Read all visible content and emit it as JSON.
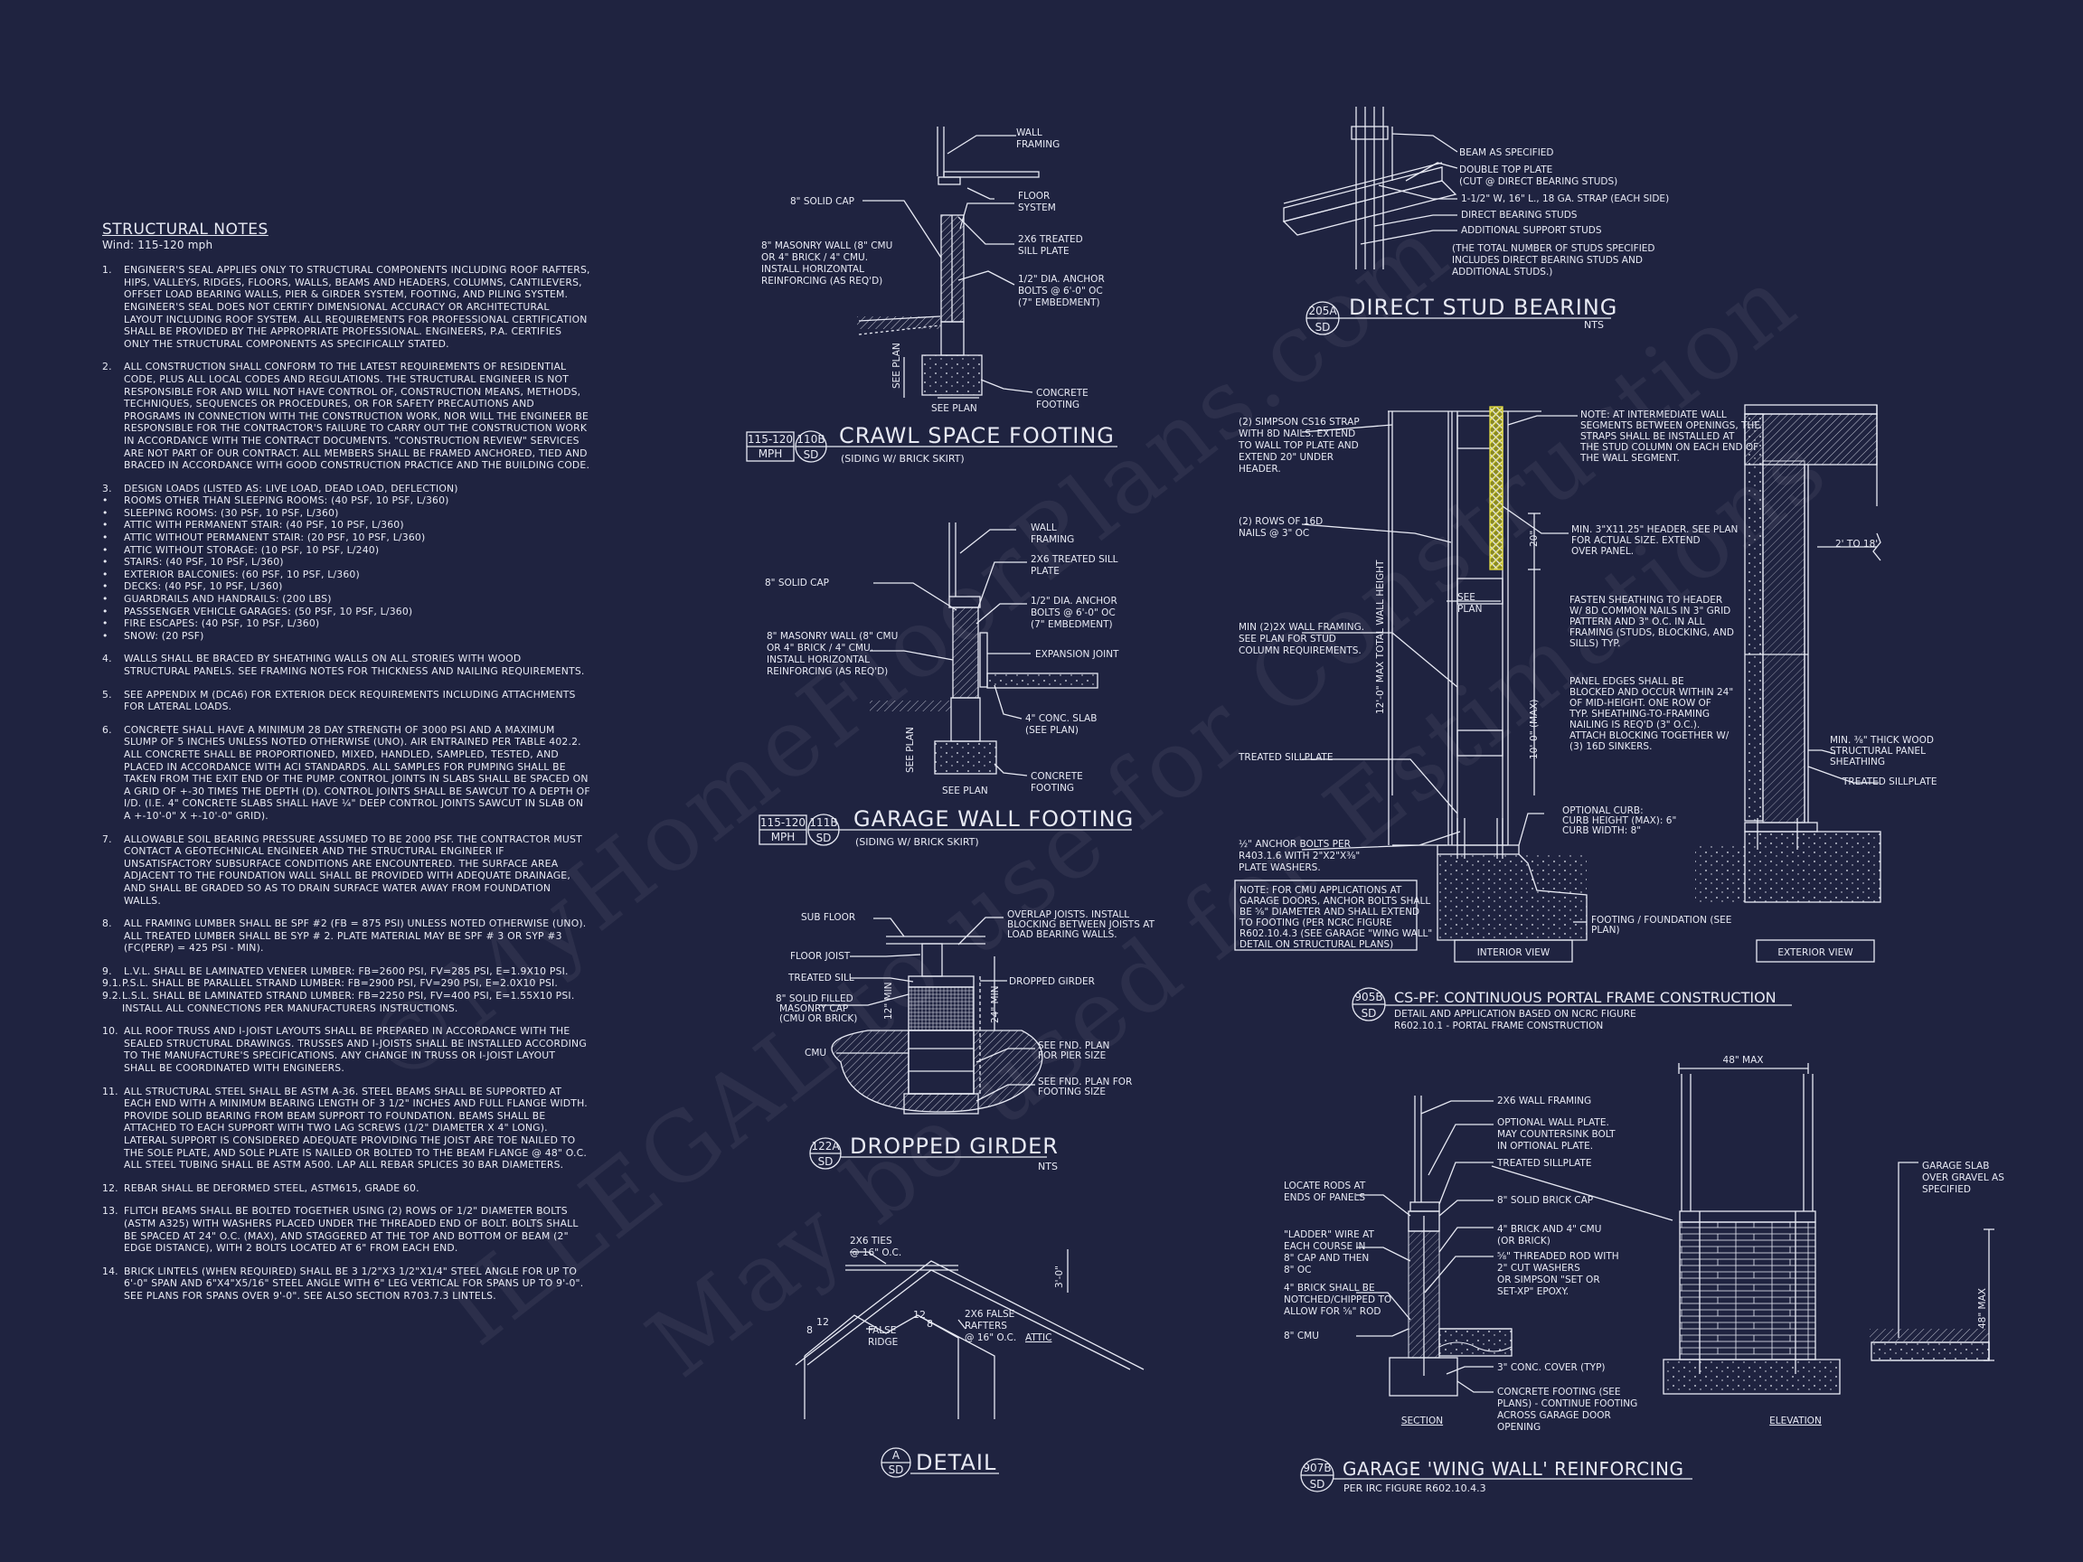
{
  "watermark": {
    "line1": "©MyHomeFloorPlans.com",
    "line2": "ILLEGAL to use for Construction",
    "line3": "May be used for Estimations"
  },
  "notes": {
    "title": "STRUCTURAL NOTES",
    "wind": "Wind: 115-120 mph",
    "items": [
      {
        "n": "1.",
        "t": "ENGINEER'S SEAL APPLIES ONLY TO STRUCTURAL COMPONENTS INCLUDING ROOF RAFTERS, HIPS, VALLEYS, RIDGES, FLOORS, WALLS, BEAMS AND HEADERS, COLUMNS, CANTILEVERS, OFFSET LOAD BEARING WALLS, PIER & GIRDER SYSTEM, FOOTING, AND PILING SYSTEM. ENGINEER'S SEAL DOES NOT CERTIFY DIMENSIONAL ACCURACY OR ARCHITECTURAL LAYOUT INCLUDING ROOF SYSTEM. ALL REQUIREMENTS FOR PROFESSIONAL CERTIFICATION SHALL BE PROVIDED BY THE APPROPRIATE PROFESSIONAL. ENGINEERS, P.A. CERTIFIES ONLY THE STRUCTURAL COMPONENTS AS SPECIFICALLY STATED."
      },
      {
        "n": "2.",
        "t": "ALL CONSTRUCTION SHALL CONFORM TO THE LATEST REQUIREMENTS OF RESIDENTIAL CODE, PLUS ALL LOCAL CODES AND REGULATIONS. THE STRUCTURAL ENGINEER IS NOT RESPONSIBLE FOR AND WILL NOT HAVE CONTROL OF, CONSTRUCTION MEANS, METHODS, TECHNIQUES, SEQUENCES OR PROCEDURES, OR FOR SAFETY PRECAUTIONS AND PROGRAMS IN CONNECTION WITH THE CONSTRUCTION WORK, NOR WILL THE ENGINEER BE RESPONSIBLE FOR THE CONTRACTOR'S FAILURE TO CARRY OUT THE CONSTRUCTION WORK IN ACCORDANCE WITH THE CONTRACT DOCUMENTS. \"CONSTRUCTION REVIEW\" SERVICES ARE NOT PART OF OUR CONTRACT. ALL MEMBERS SHALL BE FRAMED ANCHORED, TIED AND BRACED IN ACCORDANCE WITH GOOD CONSTRUCTION PRACTICE AND THE BUILDING CODE."
      },
      {
        "n": "3.",
        "t": "DESIGN LOADS (LISTED AS: LIVE LOAD, DEAD LOAD, DEFLECTION)"
      },
      {
        "n": "4.",
        "t": "WALLS SHALL BE BRACED BY SHEATHING WALLS ON ALL STORIES WITH WOOD STRUCTURAL PANELS. SEE FRAMING NOTES FOR THICKNESS AND NAILING REQUIREMENTS."
      },
      {
        "n": "5.",
        "t": "SEE APPENDIX M (DCA6) FOR EXTERIOR DECK REQUIREMENTS INCLUDING ATTACHMENTS FOR LATERAL LOADS."
      },
      {
        "n": "6.",
        "t": "CONCRETE SHALL HAVE A MINIMUM 28 DAY STRENGTH OF 3000 PSI AND A MAXIMUM SLUMP OF 5 INCHES UNLESS NOTED OTHERWISE (UNO). AIR ENTRAINED PER TABLE 402.2. ALL CONCRETE SHALL BE PROPORTIONED, MIXED, HANDLED, SAMPLED, TESTED, AND PLACED IN ACCORDANCE WITH ACI STANDARDS. ALL SAMPLES FOR PUMPING SHALL BE TAKEN FROM THE EXIT END OF THE PUMP. CONTROL JOINTS IN SLABS SHALL BE SPACED ON A GRID OF +-30 TIMES THE DEPTH (D). CONTROL JOINTS SHALL BE SAWCUT TO A DEPTH OF I/D. (I.E. 4\" CONCRETE SLABS SHALL HAVE ¼\" DEEP CONTROL JOINTS SAWCUT IN SLAB ON A +-10'-0\" x +-10'-0\" GRID)."
      },
      {
        "n": "7.",
        "t": "ALLOWABLE SOIL BEARING PRESSURE ASSUMED TO BE 2000 PSF. THE CONTRACTOR MUST CONTACT A GEOTECHNICAL ENGINEER AND THE STRUCTURAL ENGINEER IF UNSATISFACTORY SUBSURFACE CONDITIONS ARE ENCOUNTERED. THE SURFACE AREA ADJACENT TO THE FOUNDATION WALL SHALL BE PROVIDED WITH ADEQUATE DRAINAGE, AND SHALL BE GRADED SO AS TO DRAIN SURFACE WATER AWAY FROM FOUNDATION WALLS."
      },
      {
        "n": "8.",
        "t": "ALL FRAMING LUMBER SHALL BE SPF #2 (Fb = 875 PSI) UNLESS NOTED OTHERWISE (UNO). ALL TREATED LUMBER SHALL BE SYP # 2. PLATE MATERIAL MAY BE SPF # 3 OR SYP #3 (Fc(perp) = 425 PSI - MIN)."
      },
      {
        "n": "9.",
        "t": "L.V.L. SHALL BE LAMINATED VENEER LUMBER: Fb=2600 PSI, Fv=285 PSI, E=1.9x10 PSI."
      },
      {
        "n": "10.",
        "t": "ALL ROOF TRUSS AND I-JOIST LAYOUTS SHALL BE PREPARED IN ACCORDANCE WITH THE SEALED STRUCTURAL DRAWINGS. TRUSSES AND I-JOISTS SHALL BE INSTALLED ACCORDING TO THE MANUFACTURE'S SPECIFICATIONS. ANY CHANGE IN TRUSS OR I-JOIST LAYOUT SHALL BE COORDINATED WITH ENGINEERS."
      },
      {
        "n": "11.",
        "t": "ALL STRUCTURAL STEEL SHALL BE ASTM A-36. STEEL BEAMS SHALL BE SUPPORTED AT EACH END WITH A MINIMUM BEARING LENGTH OF 3 1/2\" INCHES AND FULL FLANGE WIDTH. PROVIDE SOLID BEARING FROM BEAM SUPPORT TO FOUNDATION. BEAMS SHALL BE ATTACHED TO EACH SUPPORT WITH TWO LAG SCREWS (1/2\" DIAMETER x 4\" LONG). LATERAL SUPPORT IS CONSIDERED ADEQUATE PROVIDING THE JOIST ARE TOE NAILED TO THE SOLE PLATE, AND SOLE PLATE IS NAILED OR BOLTED TO THE BEAM FLANGE @ 48\" O.C. ALL STEEL TUBING SHALL BE ASTM A500. LAP ALL REBAR SPLICES 30 BAR DIAMETERS."
      },
      {
        "n": "12.",
        "t": "REBAR SHALL BE DEFORMED STEEL, ASTM615, GRADE 60."
      },
      {
        "n": "13.",
        "t": "FLITCH BEAMS SHALL BE BOLTED TOGETHER USING (2) ROWS OF 1/2\" DIAMETER BOLTS (ASTM A325) WITH WASHERS PLACED UNDER THE THREADED END OF BOLT. BOLTS SHALL BE SPACED AT 24\" O.C. (MAX), AND STAGGERED AT THE TOP AND BOTTOM OF BEAM (2\" EDGE DISTANCE), WITH 2 BOLTS LOCATED AT 6\" FROM EACH END."
      },
      {
        "n": "14.",
        "t": "BRICK LINTELS (WHEN REQUIRED) SHALL BE 3 1/2\"x3 1/2\"x1/4\" STEEL ANGLE FOR UP TO 6'-0\" SPAN AND 6\"x4\"x5/16\" STEEL ANGLE WITH 6\" LEG VERTICAL FOR SPANS UP TO 9'-0\". SEE PLANS FOR SPANS OVER 9'-0\". SEE ALSO SECTION R703.7.3 LINTELS."
      }
    ],
    "loads": [
      "ROOMS OTHER THAN SLEEPING ROOMS: (40 PSF, 10 PSF, L/360)",
      "SLEEPING ROOMS: (30 PSF, 10 PSF, L/360)",
      "ATTIC WITH PERMANENT STAIR: (40 PSF, 10 PSF, L/360)",
      "ATTIC WITHOUT PERMANENT STAIR: (20 PSF, 10 PSF, L/360)",
      "ATTIC WITHOUT STORAGE: (10 PSF, 10 PSF, L/240)",
      "STAIRS: (40 PSF, 10 PSF, L/360)",
      "EXTERIOR BALCONIES: (60 PSF, 10 PSF, L/360)",
      "DECKS: (40 PSF, 10 PSF, L/360)",
      "GUARDRAILS AND HANDRAILS: (200 LBS)",
      "PASSSENGER VEHICLE GARAGES: (50 PSF, 10 PSF, L/360)",
      "FIRE ESCAPES: (40 PSF, 10 PSF, L/360)",
      "SNOW: (20 PSF)"
    ],
    "n9_sub": [
      {
        "n": "9.1.",
        "t": "P.S.L. SHALL BE PARALLEL STRAND LUMBER: Fb=2900 PSI, Fv=290 PSI, E=2.0x10 PSI."
      },
      {
        "n": "9.2.",
        "t": "L.S.L. SHALL BE LAMINATED STRAND LUMBER: Fb=2250 PSI, Fv=400 PSI, E=1.55x10 PSI. INSTALL ALL CONNECTIONS PER MANUFACTURERS INSTRUCTIONS."
      }
    ]
  },
  "d110b": {
    "tag1": "115-120",
    "tag2": "MPH",
    "num": "110B",
    "sd": "SD",
    "title": "CRAWL SPACE FOOTING",
    "subtitle": "(SIDING W/ BRICK SKIRT)",
    "l_wall": "WALL",
    "l_wall2": "FRAMING",
    "l_cap": "8\" SOLID CAP",
    "l_floor": "FLOOR",
    "l_floor2": "SYSTEM",
    "l_mas1": "8\" MASONRY WALL (8\" CMU",
    "l_mas2": "OR 4\" BRICK / 4\" CMU.",
    "l_mas3": "INSTALL HORIZONTAL",
    "l_mas4": "REINFORCING (AS REQ'D)",
    "l_sill1": "2x6 TREATED",
    "l_sill2": "SILL PLATE",
    "l_bolt1": "1/2\" DIA. ANCHOR",
    "l_bolt2": "BOLTS @ 6'-0\" OC",
    "l_bolt3": "(7\" EMBEDMENT)",
    "l_see": "SEE PLAN",
    "l_seev": "SEE PLAN",
    "l_conc1": "CONCRETE",
    "l_conc2": "FOOTING"
  },
  "d111b": {
    "tag1": "115-120",
    "tag2": "MPH",
    "num": "111B",
    "sd": "SD",
    "title": "GARAGE WALL FOOTING",
    "subtitle": "(SIDING W/ BRICK SKIRT)",
    "l_wall": "WALL",
    "l_wall2": "FRAMING",
    "l_cap": "8\" SOLID CAP",
    "l_sill1": "2x6 TREATED SILL",
    "l_sill2": "PLATE",
    "l_mas1": "8\" MASONRY WALL (8\" CMU",
    "l_mas2": "OR 4\" BRICK / 4\" CMU.",
    "l_mas3": "INSTALL HORIZONTAL",
    "l_mas4": "REINFORCING (AS REQ'D)",
    "l_bolt1": "1/2\" DIA. ANCHOR",
    "l_bolt2": "BOLTS @ 6'-0\" OC",
    "l_bolt3": "(7\" EMBEDMENT)",
    "l_exp": "EXPANSION JOINT",
    "l_slab1": "4\" CONC. SLAB",
    "l_slab2": "(SEE PLAN)",
    "l_see": "SEE PLAN",
    "l_seev": "SEE PLAN",
    "l_conc1": "CONCRETE",
    "l_conc2": "FOOTING"
  },
  "d122a": {
    "num": "122A",
    "sd": "SD",
    "title": "DROPPED GIRDER",
    "nts": "NTS",
    "l_sub": "SUB FLOOR",
    "l_fj": "FLOOR JOIST",
    "l_ts": "TREATED SILL",
    "l_cap1": "8\" SOLID FILLED",
    "l_cap2": "MASONRY CAP",
    "l_cap3": "(CMU OR BRICK)",
    "l_cmu": "CMU",
    "l_over1": "OVERLAP JOISTS. INSTALL",
    "l_over2": "BLOCKING BETWEEN JOISTS AT",
    "l_over3": "LOAD BEARING WALLS.",
    "l_dg": "DROPPED GIRDER",
    "l_pier1": "SEE FND. PLAN",
    "l_pier2": "FOR PIER SIZE",
    "l_ftg1": "SEE FND. PLAN FOR",
    "l_ftg2": "FOOTING SIZE",
    "d_12": "12\" MIN",
    "d_24": "24\" MIN"
  },
  "dA": {
    "num": "A",
    "sd": "SD",
    "title": "DETAIL",
    "l_ties1": "2x6 TIES",
    "l_ties2": "@ 16\" O.C.",
    "l_false1": "FALSE",
    "l_false2": "RIDGE",
    "l_raft1": "2x6 FALSE",
    "l_raft2": "RAFTERS",
    "l_raft3": "@ 16\" O.C.",
    "l_attic": "ATTIC",
    "d_30": "3'-0\"",
    "p12a": "12",
    "p8a": "8",
    "p12b": "12",
    "p8b": "8"
  },
  "d205a": {
    "num": "205A",
    "sd": "SD",
    "title": "DIRECT STUD BEARING",
    "nts": "NTS",
    "l1": "BEAM AS SPECIFIED",
    "l2a": "DOUBLE TOP PLATE",
    "l2b": "(CUT @ DIRECT BEARING STUDS)",
    "l3": "1-1/2\" W, 16\" L., 18 GA. STRAP (EACH SIDE)",
    "l4": "DIRECT BEARING STUDS",
    "l5": "ADDITIONAL SUPPORT STUDS",
    "l6a": "(THE TOTAL NUMBER OF STUDS SPECIFIED",
    "l6b": "INCLUDES DIRECT BEARING STUDS AND",
    "l6c": "ADDITIONAL STUDS.)"
  },
  "d905b": {
    "num": "905B",
    "sd": "SD",
    "title": "CS-PF: CONTINUOUS PORTAL FRAME CONSTRUCTION",
    "sub1": "DETAIL AND APPLICATION BASED ON NCRC FIGURE",
    "sub2": "R602.10.1 - PORTAL FRAME CONSTRUCTION",
    "l_strap": [
      "(2) SIMPSON CS16 STRAP",
      "WITH 8d NAILS. EXTEND",
      "TO WALL TOP PLATE AND",
      "EXTEND 20\" UNDER",
      "HEADER."
    ],
    "l_rows": [
      "(2) ROWS OF 16d",
      "NAILS @ 3\" OC"
    ],
    "l_min": [
      "MIN (2)2X WALL FRAMING.",
      "SEE PLAN FOR STUD",
      "COLUMN REQUIREMENTS."
    ],
    "l_ts": "TREATED SILLPLATE",
    "l_anchor": [
      "½\" ANCHOR BOLTS PER",
      "R403.1.6 WITH 2\"x2\"x⅜\"",
      "PLATE WASHERS."
    ],
    "l_note": [
      "NOTE: FOR CMU APPLICATIONS AT",
      "GARAGE DOORS, ANCHOR BOLTS SHALL",
      "BE ⅝\" DIAMETER AND SHALL EXTEND",
      "TO FOOTING (PER NCRC FIGURE",
      "R602.10.4.3 (SEE GARAGE \"WING WALL\"",
      "DETAIL ON STRUCTURAL PLANS)"
    ],
    "r_note": [
      "NOTE: AT INTERMEDIATE WALL",
      "SEGMENTS BETWEEN OPENINGS, THE",
      "STRAPS SHALL BE INSTALLED AT",
      "THE STUD COLUMN ON EACH END OF",
      "THE WALL SEGMENT."
    ],
    "r_hdr": [
      "MIN. 3\"x11.25\" HEADER. SEE PLAN",
      "FOR ACTUAL SIZE. EXTEND",
      "OVER PANEL."
    ],
    "r_fasten": [
      "FASTEN SHEATHING TO HEADER",
      "W/ 8d COMMON NAILS IN 3\" GRID",
      "PATTERN AND 3\" O.C. IN ALL",
      "FRAMING (STUDS, BLOCKING, AND",
      "SILLS) TYP."
    ],
    "r_panel": [
      "PANEL EDGES SHALL BE",
      "BLOCKED AND OCCUR WITHIN 24\"",
      "OF MID-HEIGHT. ONE ROW OF",
      "TYP. SHEATHING-TO-FRAMING",
      "NAILING IS REQ'D (3\" O.C.).",
      "ATTACH BLOCKING TOGETHER W/",
      "(3) 16d SINKERS."
    ],
    "r_curb": [
      "OPTIONAL CURB:",
      "CURB HEIGHT (MAX): 6\"",
      "CURB WIDTH: 8\""
    ],
    "r_ftg": [
      "FOOTING / FOUNDATION (SEE",
      "PLAN)"
    ],
    "x_min": [
      "MIN. ⅜\" THICK WOOD",
      "STRUCTURAL PANEL",
      "SHEATHING"
    ],
    "x_ts": "TREATED SILLPLATE",
    "x_218": "2' TO 18'",
    "d_total": "12'-0\" MAX TOTAL WALL HEIGHT",
    "d_10": "10'-0\" (MAX)",
    "d_20": "20\"",
    "d_see1": "SEE",
    "d_see2": "PLAN",
    "iv": "INTERIOR VIEW",
    "ev": "EXTERIOR VIEW"
  },
  "d907b": {
    "num": "907B",
    "sd": "SD",
    "title": "GARAGE 'WING WALL' REINFORCING",
    "sub": "PER IRC FIGURE R602.10.4.3",
    "l_locate": [
      "LOCATE RODS AT",
      "ENDS OF PANELS"
    ],
    "l_ladder": [
      "\"LADDER\" WIRE AT",
      "EACH COURSE IN",
      "8\" CAP AND THEN",
      "8\" OC"
    ],
    "l_brick": [
      "4\" BRICK SHALL BE",
      "NOTCHED/CHIPPED TO",
      "ALLOW FOR ⅝\" ROD"
    ],
    "l_cmu": "8\" CMU",
    "r_2x6": "2x6 WALL FRAMING",
    "r_opt": [
      "OPTIONAL WALL PLATE.",
      "MAY COUNTERSINK BOLT",
      "IN OPTIONAL PLATE."
    ],
    "r_ts": "TREATED SILLPLATE",
    "r_cap": "8\" SOLID BRICK CAP",
    "r_brick": [
      "4\" BRICK AND 4\" CMU",
      "(OR BRICK)"
    ],
    "r_rod": [
      "⅝\" THREADED ROD WITH",
      "2\" CUT WASHERS",
      "OR SIMPSON \"SET OR",
      "SET-XP\" EPOXY."
    ],
    "r_cover": "3\" CONC. COVER (TYP)",
    "r_ftg": [
      "CONCRETE FOOTING (SEE",
      "PLANS) - CONTINUE FOOTING",
      "ACROSS GARAGE DOOR",
      "OPENING"
    ],
    "slab": [
      "GARAGE SLAB",
      "OVER GRAVEL AS",
      "SPECIFIED"
    ],
    "d_48w": "48\" MAX",
    "d_48h": "48\" MAX",
    "section": "SECTION",
    "elevation": "ELEVATION"
  }
}
